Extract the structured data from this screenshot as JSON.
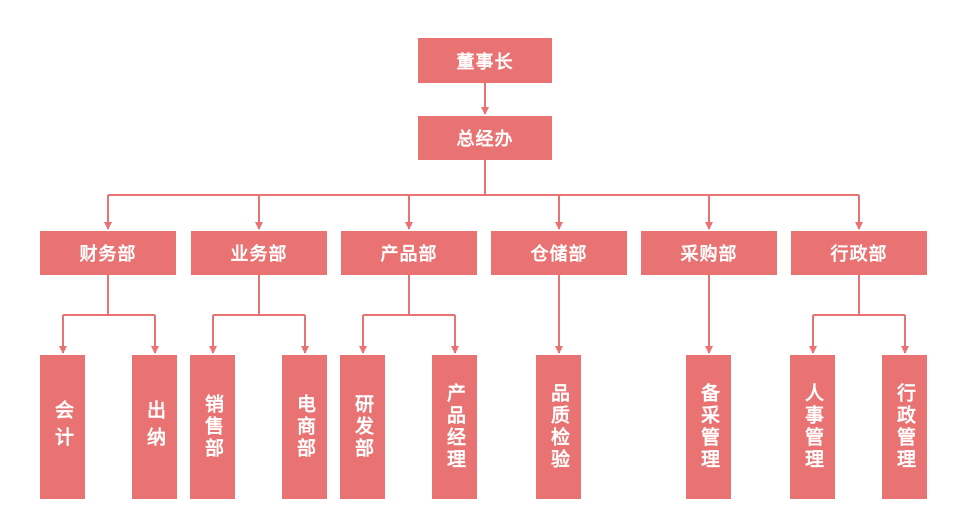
{
  "chairman": "董事长",
  "office": "总经办",
  "departments": [
    {
      "name": "财务部",
      "subs": [
        "会计",
        "出纳"
      ]
    },
    {
      "name": "业务部",
      "subs": [
        "销售部",
        "电商部"
      ]
    },
    {
      "name": "产品部",
      "subs": [
        "研发部",
        "产品经理"
      ]
    },
    {
      "name": "仓储部",
      "subs": [
        "品质检验"
      ]
    },
    {
      "name": "采购部",
      "subs": [
        "备采管理"
      ]
    },
    {
      "name": "行政部",
      "subs": [
        "人事管理",
        "行政管理"
      ]
    }
  ],
  "colors": {
    "box": "#e97272",
    "line": "#e97272",
    "text": "#ffffff"
  }
}
